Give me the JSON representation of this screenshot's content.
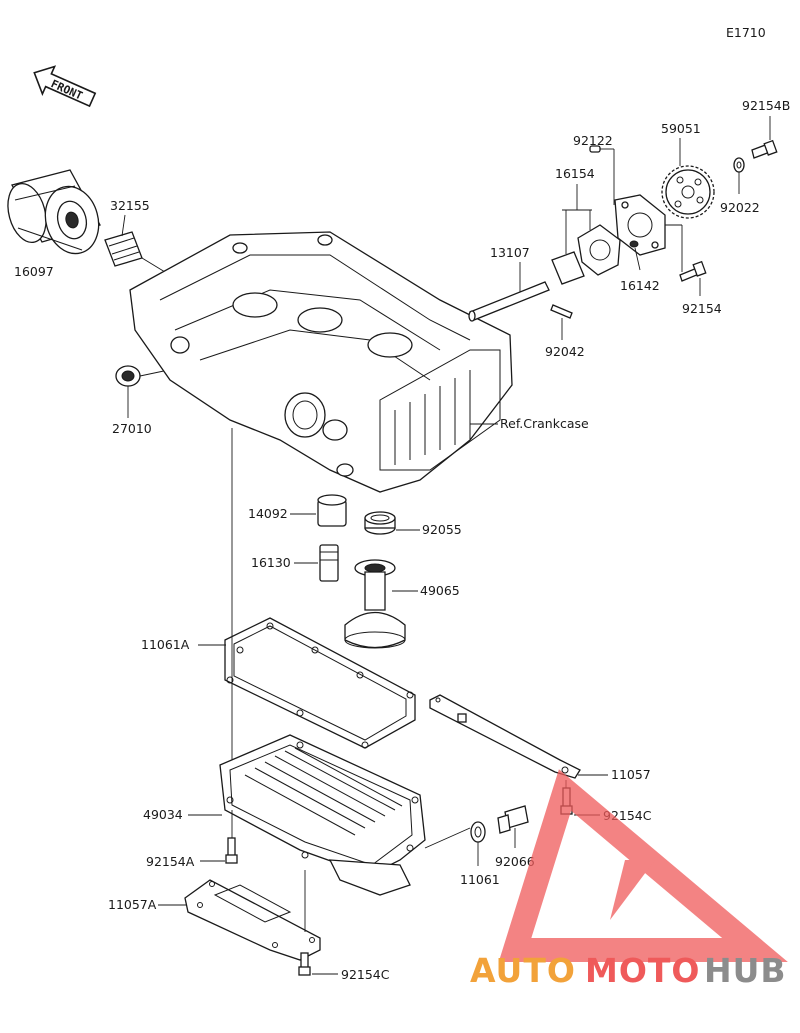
{
  "diagram_code": "E1710",
  "front_marker": "FRONT",
  "watermark": {
    "brand_part1": "AUTO",
    "brand_part2": "MOTO",
    "brand_part3": "HUB",
    "color_orange": "#f2a23a",
    "color_red": "#ef5a5a",
    "color_gray": "#8c8c8c"
  },
  "labels": {
    "p16097": "16097",
    "p32155": "32155",
    "p27010": "27010",
    "p13107": "13107",
    "p92042": "92042",
    "p16154": "16154",
    "p92122": "92122",
    "p59051": "59051",
    "p92154B": "92154B",
    "p92022": "92022",
    "p16142": "16142",
    "p92154": "92154",
    "ref_crankcase": "Ref.Crankcase",
    "p14092": "14092",
    "p92055": "92055",
    "p16130": "16130",
    "p49065": "49065",
    "p11061A": "11061A",
    "p11057": "11057",
    "p49034": "49034",
    "p92154C_right": "92154C",
    "p92154A": "92154A",
    "p92066": "92066",
    "p11061": "11061",
    "p11057A": "11057A",
    "p92154C_bottom": "92154C"
  }
}
